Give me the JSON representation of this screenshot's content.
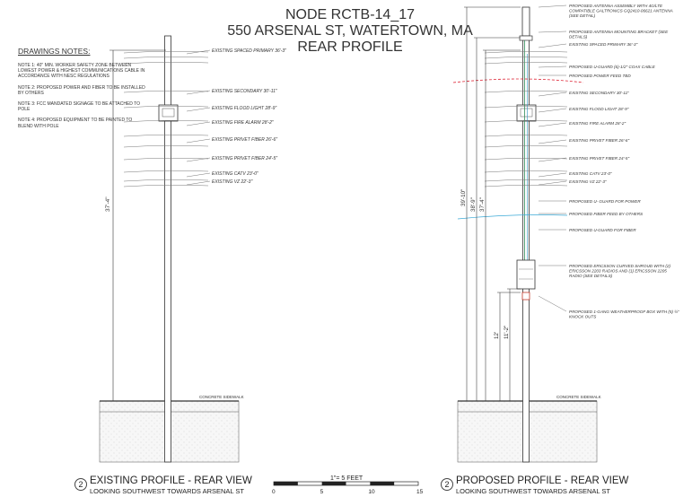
{
  "title": {
    "line1": "NODE RCTB-14_17",
    "line2": "550 ARSENAL ST, WATERTOWN, MA",
    "line3": "REAR PROFILE"
  },
  "notes": {
    "heading": "DRAWINGS NOTES:",
    "items": [
      "NOTE 1: 40\" MIN. WORKER SAFETY ZONE BETWEEN LOWEST POWER & HIGHEST COMMUNICATIONS CABLE IN ACCORDANCE WITH NESC REGULATIONS",
      "NOTE 2: PROPOSED POWER AND FIBER TO BE INSTALLED BY OTHERS",
      "NOTE 3: FCC MANDATED SIGNAGE TO BE ATTACHED TO POLE",
      "NOTE 4: PROPOSED EQUIPMENT TO BE PAINTED TO BLEND WITH POLE"
    ]
  },
  "existing": {
    "labels": [
      "EXISTING SPACED PRIMARY 36'-3\"",
      "EXISTING SECONDARY 30'-11\"",
      "EXISTING FLOOD LIGHT 28'-9\"",
      "EXISTING FIRE ALARM 28'-2\"",
      "EXISTING PRIVET FIBER 26'-6\"",
      "EXISTING PRIVET FIBER 24'-5\"",
      "EXISTING CATV 23'-0\"",
      "EXISTING VZ 22'-3\""
    ],
    "dimension": "37'-4\"",
    "sidewalk": "CONCRETE SIDEWALK",
    "detail_number": "2",
    "caption": "EXISTING PROFILE - REAR VIEW",
    "subcaption": "LOOKING SOUTHWEST TOWARDS ARSENAL ST"
  },
  "proposed": {
    "labels": [
      "PROPOSED ANTENNA ASSEMBLY WITH 4G/LTE COMPATIBLE GALTRONICS GQ2410-06621 ANTENNA (SEE DETAIL)",
      "PROPOSED ANTENNA MOUNTING BRACKET (SEE DETAILS)",
      "EXISTING SPACED PRIMARY 36'-3\"",
      "PROPOSED U-GUARD (6)-1/2\" COAX CABLE",
      "PROPOSED POWER FEED TBD",
      "EXISTING SECONDARY 30'-11\"",
      "EXISTING FLOOD LIGHT 28'-9\"",
      "EXISTING FIRE ALARM 28'-2\"",
      "EXISTING PRIVET FIBER 26'-6\"",
      "EXISTING PRIVET FIBER 24'-5\"",
      "EXISTING CATV 23'-0\"",
      "EXISTING VZ 22'-3\"",
      "PROPOSED U- GUARD FOR POWER",
      "PROPOSED FIBER FEED BY OTHERS",
      "PROPOSED U-GUARD FOR FIBER",
      "PROPOSED ERICSSON CURVED SHROUD WITH (2) ERICSSON 2203 RADIOS AND (1) ERICSSON 2205 RADIO (SEE DETAILS)",
      "PROPOSED 1-GANG WEATHERPROOF BOX WITH (5) ½\" KNOCK OUTS"
    ],
    "dimensions": [
      "39'-10\"",
      "38'-9\"",
      "37'-4\"",
      "12'",
      "11'-2\""
    ],
    "sidewalk": "CONCRETE SIDEWALK",
    "detail_number": "2",
    "caption": "PROPOSED PROFILE - REAR VIEW",
    "subcaption": "LOOKING SOUTHWEST TOWARDS ARSENAL ST"
  },
  "scale": {
    "label": "1\"= 5 FEET",
    "ticks": [
      "0",
      "5",
      "10",
      "15"
    ]
  }
}
